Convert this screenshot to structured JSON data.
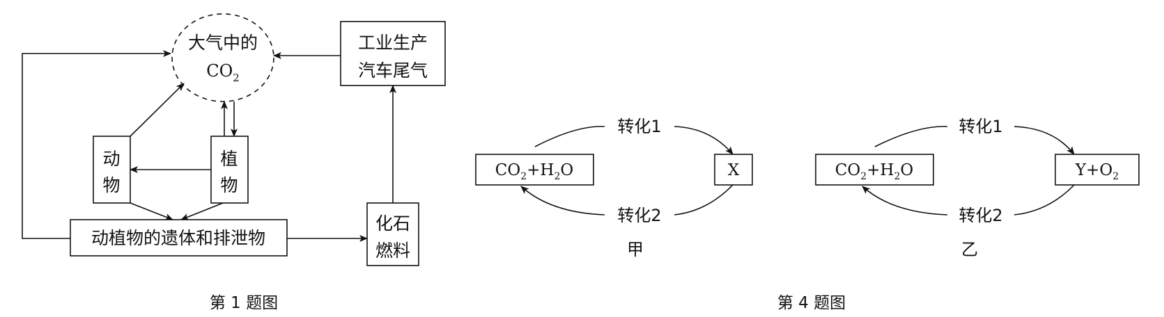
{
  "figure1": {
    "atmosphere_line1": "大气中的",
    "atmosphere_co": "CO",
    "atmosphere_sub": "2",
    "industry_line1": "工业生产",
    "industry_line2": "汽车尾气",
    "animal_line1": "动",
    "animal_line2": "物",
    "plant_line1": "植",
    "plant_line2": "物",
    "remains": "动植物的遗体和排泄物",
    "fossil_line1": "化石",
    "fossil_line2": "燃料",
    "caption": "第 1 题图"
  },
  "figure4": {
    "jia": {
      "left_box": {
        "a": "CO",
        "a_sub": "2",
        "b": "+H",
        "b_sub": "2",
        "c": "O"
      },
      "right_box": "X",
      "conversion1": "转化1",
      "conversion2": "转化2",
      "label": "甲"
    },
    "yi": {
      "left_box": {
        "a": "CO",
        "a_sub": "2",
        "b": "+H",
        "b_sub": "2",
        "c": "O"
      },
      "right_box": {
        "a": "Y+O",
        "a_sub": "2"
      },
      "conversion1": "转化1",
      "conversion2": "转化2",
      "label": "乙"
    },
    "caption": "第 4 题图"
  }
}
